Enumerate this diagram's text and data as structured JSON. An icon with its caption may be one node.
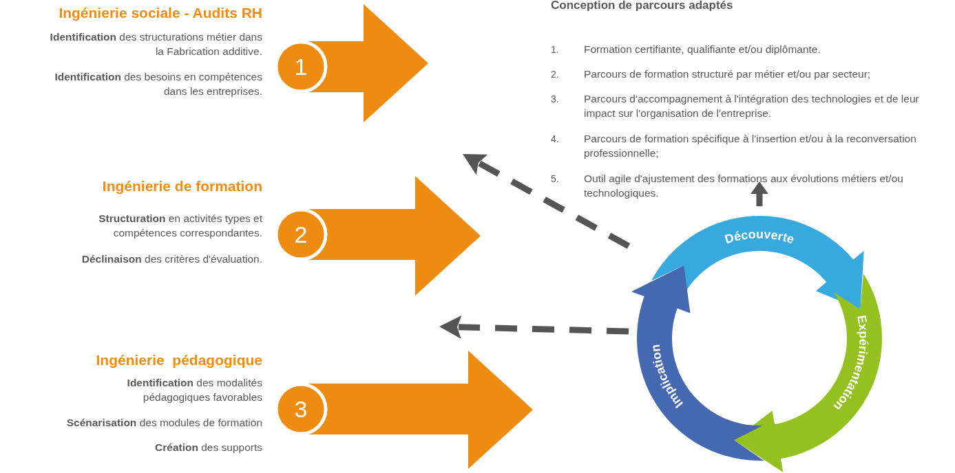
{
  "diagram": {
    "nodes": [
      {
        "text": [
          "1"
        ],
        "beside": [
          "Ingénierie sociale - Audits RH",
          "**Identification** des structurations métier dans la Fabrication additive.",
          "**Identification** des besoins en compétences dans les entreprises."
        ]
      },
      {
        "text": [
          "2"
        ],
        "beside": [
          "Ingénierie de formation",
          "**Structuration** en activités types et compétences correspondantes.",
          "**Déclinaison** des critères d'évaluation."
        ]
      },
      {
        "text": [
          "3"
        ],
        "beside": [
          "Ingénierie  pédagogique",
          "**Identification** des modalités pédagogiques favorables",
          "**Scénarisation** des modules de formation",
          "**Création** des supports"
        ]
      },
      {
        "text": [
          "Conception de parcours adaptés",
          "1.",
          "Formation certifiante, qualifiante et/ou diplômante.",
          "2.",
          "Parcours de formation structuré par métier et/ou par secteur;",
          "3.",
          "Parcours d'accompagnement à l'intégration des technologies et de leur impact sur l'organisation de l'entreprise.",
          "4.",
          "Parcours de formation spécifique à l'insertion et/ou à la reconversation professionnelle;",
          "5.",
          "Outil agile d'ajustement des formations aux évolutions métiers et/ou technologiques."
        ]
      },
      {
        "text": [],
        "shape": "circle"
      },
      {
        "text": [
          "Découverte"
        ],
        "in": 4
      },
      {
        "text": [
          "Expérimentation"
        ],
        "in": 4
      },
      {
        "text": [
          "Implication"
        ],
        "in": 4
      }
    ],
    "edges": [
      {
        "from": 4,
        "to": null,
        "arrow": "to",
        "style": "dashed"
      },
      {
        "from": 4,
        "to": 2,
        "arrow": "to",
        "style": "dashed"
      },
      {
        "from": 4,
        "to": 3,
        "arrow": "to"
      }
    ]
  }
}
